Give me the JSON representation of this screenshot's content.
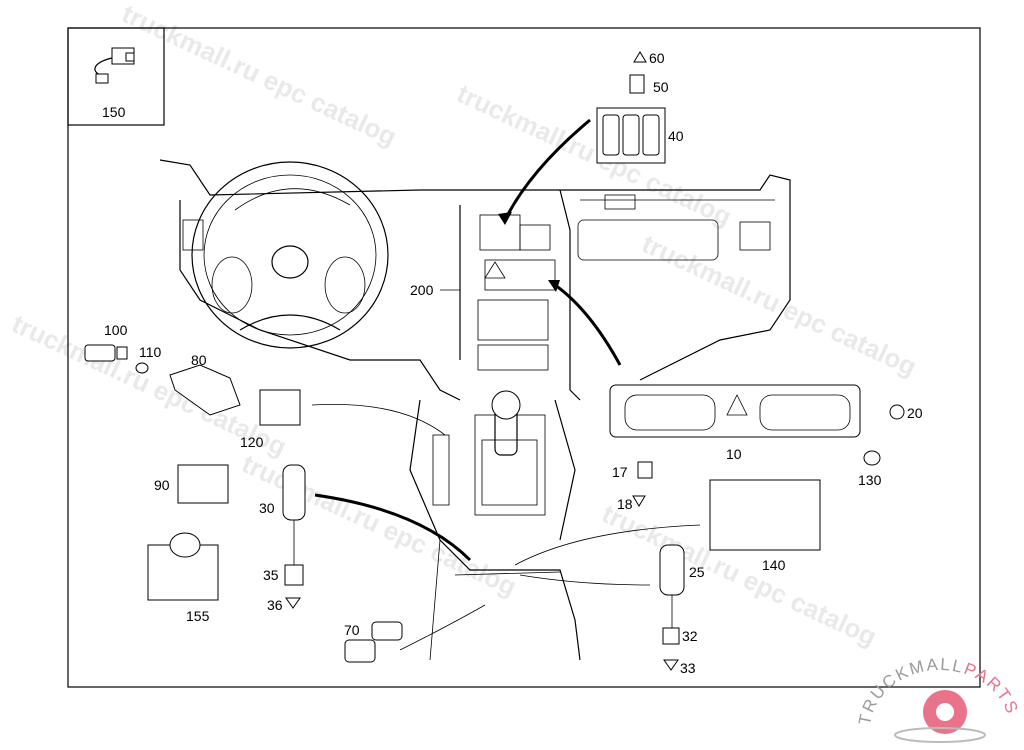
{
  "diagram": {
    "inset_label": "150",
    "part_labels": {
      "p60": "60",
      "p50": "50",
      "p40": "40",
      "p200": "200",
      "p100": "100",
      "p110": "110",
      "p80": "80",
      "p120": "120",
      "p90": "90",
      "p30": "30",
      "p35": "35",
      "p36": "36",
      "p155": "155",
      "p70": "70",
      "p17": "17",
      "p18": "18",
      "p10": "10",
      "p20": "20",
      "p130": "130",
      "p140": "140",
      "p25": "25",
      "p32": "32",
      "p33": "33"
    },
    "watermark": "truckmall.ru epc catalog",
    "logo_text_1": "TRUCKMALL",
    "logo_text_2": "PARTS",
    "logo_colors": {
      "gray": "#9a9a9a",
      "pink": "#e8738a"
    }
  }
}
